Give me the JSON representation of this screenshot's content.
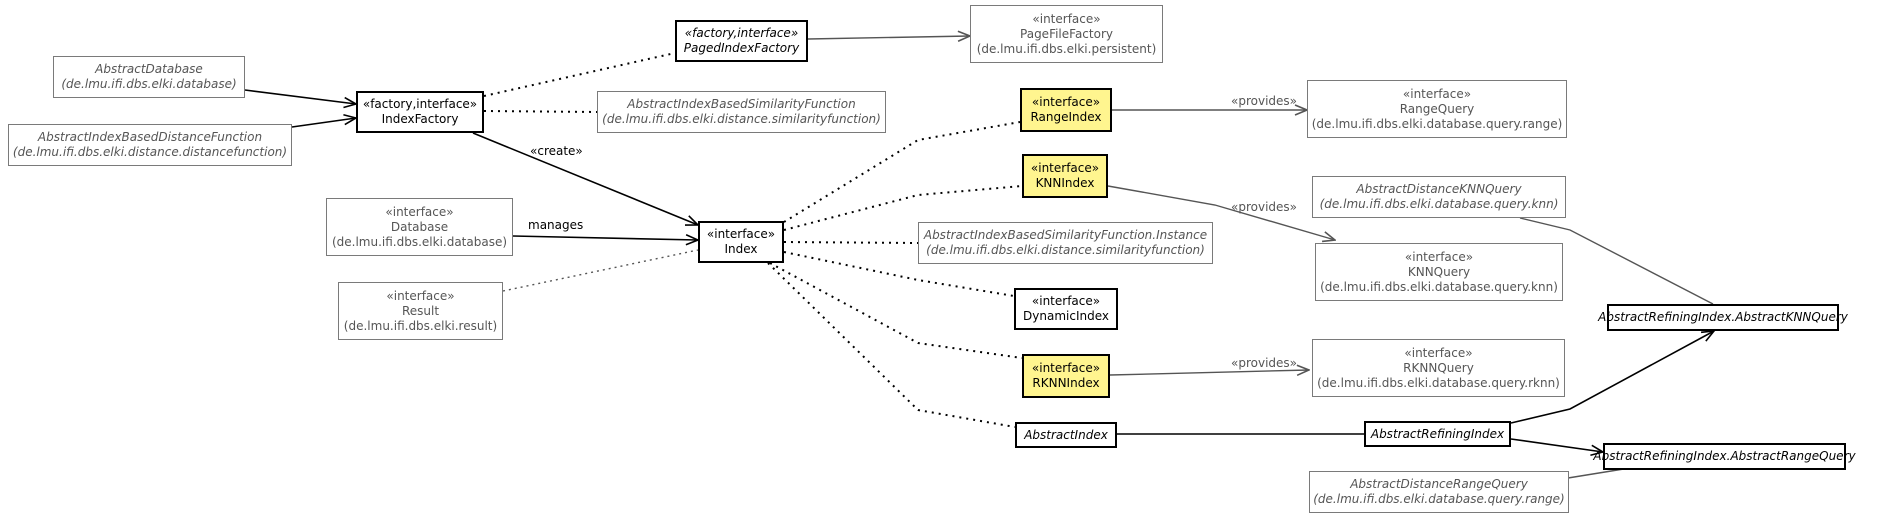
{
  "nodes": {
    "abstract_database": {
      "lines": [
        "AbstractDatabase",
        "(de.lmu.ifi.dbs.elki.database)"
      ],
      "italic": true
    },
    "abstract_index_based_distance_function": {
      "lines": [
        "AbstractIndexBasedDistanceFunction",
        "(de.lmu.ifi.dbs.elki.distance.distancefunction)"
      ],
      "italic": true
    },
    "index_factory": {
      "lines": [
        "«factory,interface»",
        "IndexFactory"
      ]
    },
    "paged_index_factory": {
      "lines": [
        "«factory,interface»",
        "PagedIndexFactory"
      ],
      "italic": true
    },
    "page_file_factory": {
      "lines": [
        "«interface»",
        "PageFileFactory",
        "(de.lmu.ifi.dbs.elki.persistent)"
      ]
    },
    "abstract_index_based_similarity_function": {
      "lines": [
        "AbstractIndexBasedSimilarityFunction",
        "(de.lmu.ifi.dbs.elki.distance.similarityfunction)"
      ],
      "italic": true
    },
    "database": {
      "lines": [
        "«interface»",
        "Database",
        "(de.lmu.ifi.dbs.elki.database)"
      ]
    },
    "result": {
      "lines": [
        "«interface»",
        "Result",
        "(de.lmu.ifi.dbs.elki.result)"
      ]
    },
    "index": {
      "lines": [
        "«interface»",
        "Index"
      ]
    },
    "range_index": {
      "lines": [
        "«interface»",
        "RangeIndex"
      ]
    },
    "knn_index": {
      "lines": [
        "«interface»",
        "KNNIndex"
      ]
    },
    "similarity_function_instance": {
      "lines": [
        "AbstractIndexBasedSimilarityFunction.Instance",
        "(de.lmu.ifi.dbs.elki.distance.similarityfunction)"
      ],
      "italic": true
    },
    "dynamic_index": {
      "lines": [
        "«interface»",
        "DynamicIndex"
      ]
    },
    "rknn_index": {
      "lines": [
        "«interface»",
        "RKNNIndex"
      ]
    },
    "abstract_index": {
      "lines": [
        "AbstractIndex"
      ],
      "italic": true
    },
    "range_query": {
      "lines": [
        "«interface»",
        "RangeQuery",
        "(de.lmu.ifi.dbs.elki.database.query.range)"
      ]
    },
    "abstract_distance_knn_query": {
      "lines": [
        "AbstractDistanceKNNQuery",
        "(de.lmu.ifi.dbs.elki.database.query.knn)"
      ],
      "italic": true
    },
    "knn_query": {
      "lines": [
        "«interface»",
        "KNNQuery",
        "(de.lmu.ifi.dbs.elki.database.query.knn)"
      ]
    },
    "rknn_query": {
      "lines": [
        "«interface»",
        "RKNNQuery",
        "(de.lmu.ifi.dbs.elki.database.query.rknn)"
      ]
    },
    "abstract_refining_index": {
      "lines": [
        "AbstractRefiningIndex"
      ],
      "italic": true
    },
    "abstract_knn_query": {
      "lines": [
        "AbstractRefiningIndex.AbstractKNNQuery"
      ],
      "italic": true
    },
    "abstract_range_query": {
      "lines": [
        "AbstractRefiningIndex.AbstractRangeQuery"
      ],
      "italic": true
    },
    "abstract_distance_range_query": {
      "lines": [
        "AbstractDistanceRangeQuery",
        "(de.lmu.ifi.dbs.elki.database.query.range)"
      ],
      "italic": true
    }
  },
  "edge_labels": {
    "create": "«create»",
    "manages": "manages",
    "provides_range": "«provides»",
    "provides_knn": "«provides»",
    "provides_rknn": "«provides»"
  },
  "colors": {
    "highlight_fill": "#fff58f",
    "main_border": "#000000",
    "external_border": "#7a7a7a",
    "external_text": "#555555",
    "provides_edge": "#555555"
  }
}
